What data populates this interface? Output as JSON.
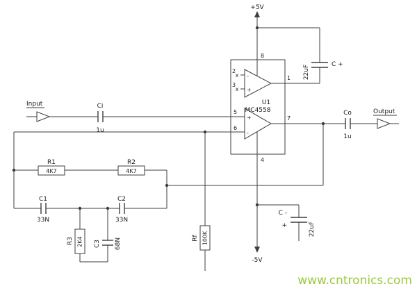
{
  "watermark": {
    "text": "www.cntronics.com",
    "color": "#9bc83d"
  },
  "power": {
    "vcc": "+5V",
    "vee": "-5V"
  },
  "ports": {
    "input": "Input",
    "output": "Output"
  },
  "ic": {
    "ref": "U1",
    "part": "MC4558",
    "pin1": "1",
    "pin2": "2",
    "pin3": "3",
    "pin4": "4",
    "pin5": "5",
    "pin6": "6",
    "pin7": "7",
    "pin8": "8",
    "nc": "x",
    "plus": "+",
    "minus": "-"
  },
  "components": {
    "ci": {
      "ref": "Ci",
      "value": "1u"
    },
    "co": {
      "ref": "Co",
      "value": "1u"
    },
    "c1": {
      "ref": "C1",
      "value": "33N"
    },
    "c2": {
      "ref": "C2",
      "value": "33N"
    },
    "c3": {
      "ref": "C3",
      "value": "68N"
    },
    "cplus": {
      "ref": "C +",
      "value": "22uF"
    },
    "cminus": {
      "ref": "C -",
      "value": "22uF",
      "polarity": "+"
    },
    "r1": {
      "ref": "R1",
      "value": "4K7"
    },
    "r2": {
      "ref": "R2",
      "value": "4K7"
    },
    "r3": {
      "ref": "R3",
      "value": "2K4"
    },
    "rf": {
      "ref": "Rf",
      "value": "100K"
    }
  }
}
